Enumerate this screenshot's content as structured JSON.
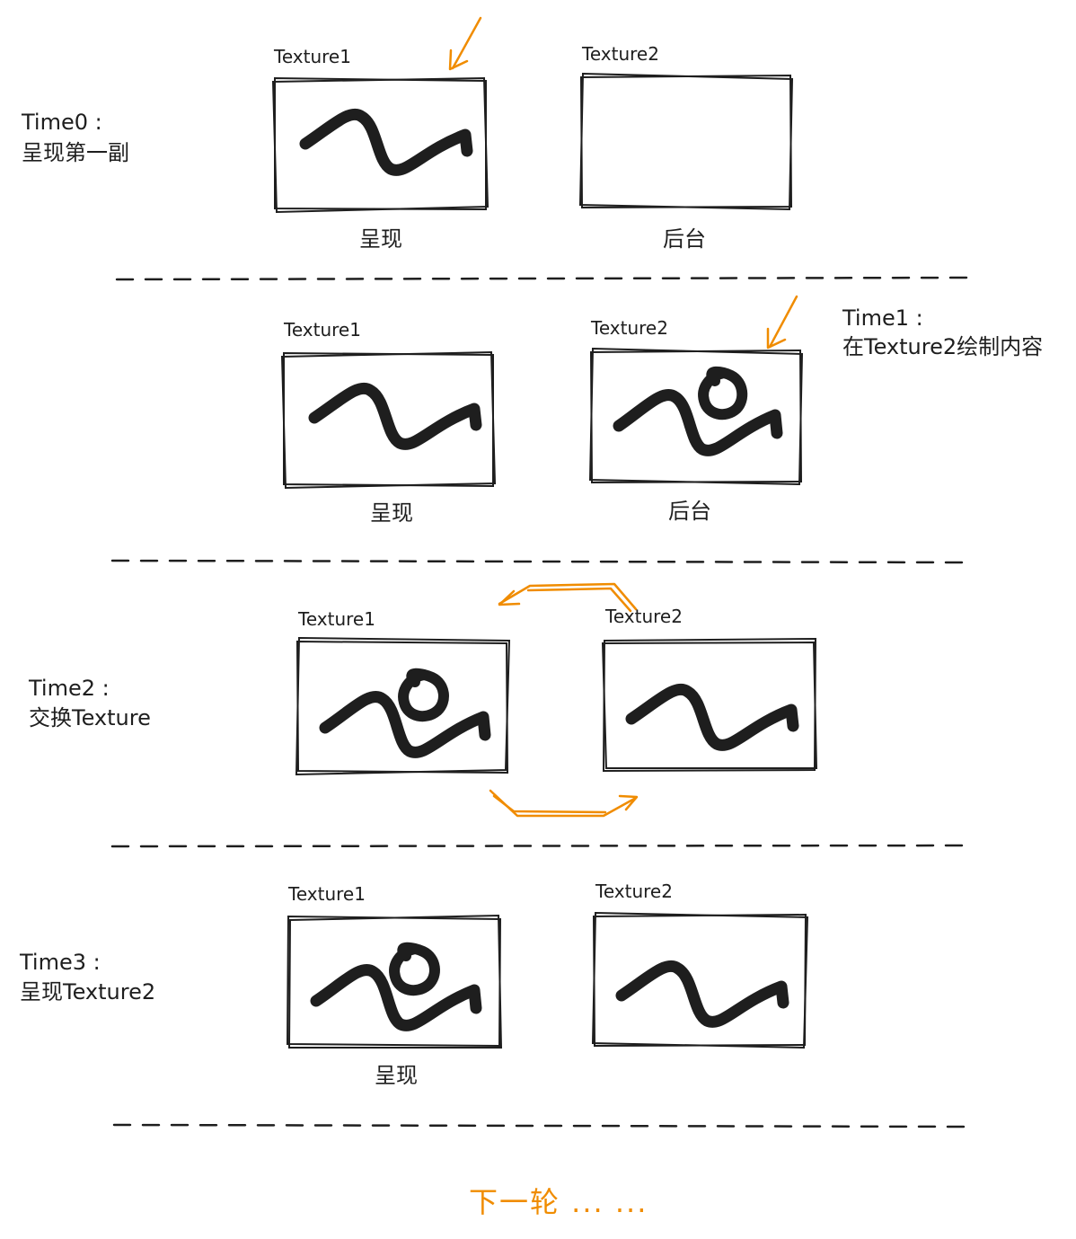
{
  "rows": [
    {
      "time_title": "Time0 :",
      "time_desc": "呈现第一副",
      "texture1_label": "Texture1",
      "texture2_label": "Texture2",
      "texture1_role": "呈现",
      "texture2_role": "后台"
    },
    {
      "time_title": "Time1 :",
      "time_desc": "在Texture2绘制内容",
      "texture1_label": "Texture1",
      "texture2_label": "Texture2",
      "texture1_role": "呈现",
      "texture2_role": "后台"
    },
    {
      "time_title": "Time2 :",
      "time_desc": "交换Texture",
      "texture1_label": "Texture1",
      "texture2_label": "Texture2"
    },
    {
      "time_title": "Time3 :",
      "time_desc": "呈现Texture2",
      "texture1_label": "Texture1",
      "texture2_label": "Texture2",
      "texture1_role": "呈现"
    }
  ],
  "footer": {
    "next_round": "下一轮 ... ..."
  },
  "colors": {
    "stroke": "#1e1e1e",
    "accent": "#f08c00",
    "background": "#ffffff"
  },
  "icons": {
    "wave": "wave-scribble-icon",
    "wave_with_loop": "wave-loop-scribble-icon",
    "arrow": "orange-arrow-icon"
  }
}
